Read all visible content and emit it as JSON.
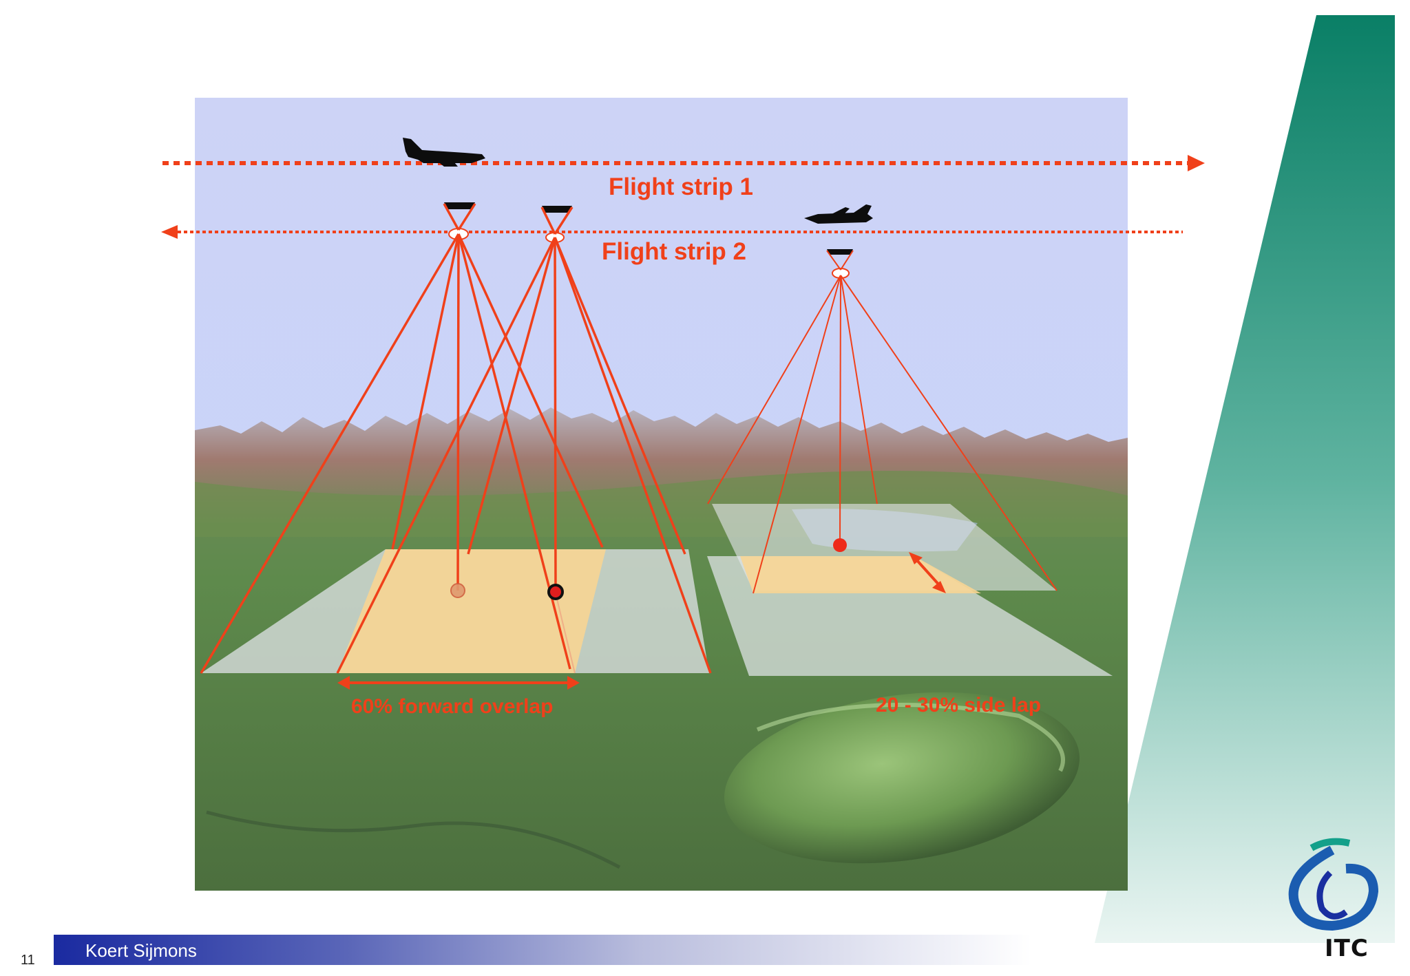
{
  "labels": {
    "flight_strip_1": "Flight strip 1",
    "flight_strip_2": "Flight strip 2",
    "forward_overlap": "60% forward overlap",
    "side_lap": "20 - 30% side lap"
  },
  "footer": {
    "author": "Koert Sijmons",
    "page_number": "11",
    "logo_text": "ITC"
  },
  "colors": {
    "annotation_red": "#f0401a",
    "sky": "#c9d2f7",
    "overlap_fill": "#f5d89a",
    "footprint_fill": "#e0e4ea",
    "accent_green": "#0a8a6e",
    "footer_blue": "#1a2aa0"
  },
  "icons": [
    "airplane-icon",
    "camera-icon",
    "itc-logo-icon"
  ]
}
